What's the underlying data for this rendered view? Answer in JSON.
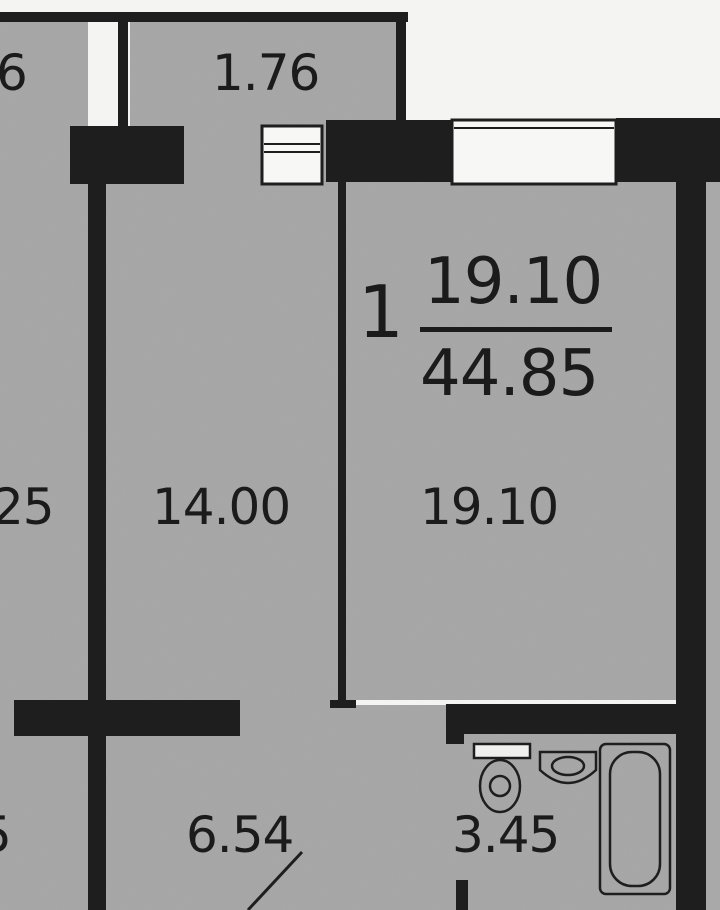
{
  "rooms": {
    "left_top": "6",
    "balcony": "1.76",
    "left_mid": "25",
    "middle_room": "14.00",
    "main_room": "19.10",
    "left_bottom": "5",
    "hall": "6.54",
    "bathroom": "3.45"
  },
  "apartment_label": {
    "rooms_count": "1",
    "living_area": "19.10",
    "total_area": "44.85"
  },
  "colors": {
    "wall": "#1e1e1e",
    "floor": "#a9a9a9",
    "paper": "#f4f4f2"
  }
}
